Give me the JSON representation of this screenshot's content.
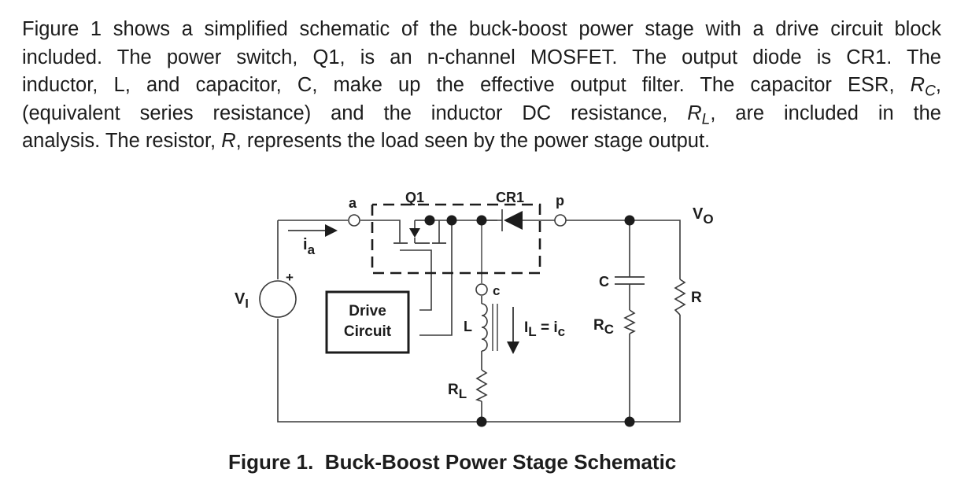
{
  "paragraph": {
    "line1": "Figure 1 shows a simplified schematic of the buck-boost power stage with a drive circuit block",
    "line2": "included. The power switch, Q1, is an n-channel MOSFET. The output diode is CR1. The",
    "line3_a": "inductor, L, and capacitor, C, make up the effective output filter. The capacitor ESR, ",
    "line3_sym": "R",
    "line3_sub": "C",
    "line3_b": ",",
    "line4_a": "(equivalent series resistance) and the inductor DC resistance, ",
    "line4_sym": "R",
    "line4_sub": "L",
    "line4_b": ", are included in the",
    "line5_a": "analysis. The resistor, ",
    "line5_sym": "R",
    "line5_b": ", represents the load seen by the power stage output."
  },
  "schematic": {
    "labels": {
      "node_a": "a",
      "node_p": "p",
      "node_c": "c",
      "q1": "Q1",
      "cr1": "CR1",
      "vo_main": "V",
      "vo_sub": "O",
      "vi_main": "V",
      "vi_sub": "I",
      "ia_main": "i",
      "ia_sub": "a",
      "plus": "+",
      "drive_line1": "Drive",
      "drive_line2": "Circuit",
      "inductor": "L",
      "il_main": "I",
      "il_sub": "L",
      "il_eq": " = i",
      "il_sub2": "c",
      "cap": "C",
      "rc_main": "R",
      "rc_sub": "C",
      "rl_main": "R",
      "rl_sub": "L",
      "load": "R"
    }
  },
  "caption": "Figure 1.  Buck-Boost Power Stage Schematic"
}
